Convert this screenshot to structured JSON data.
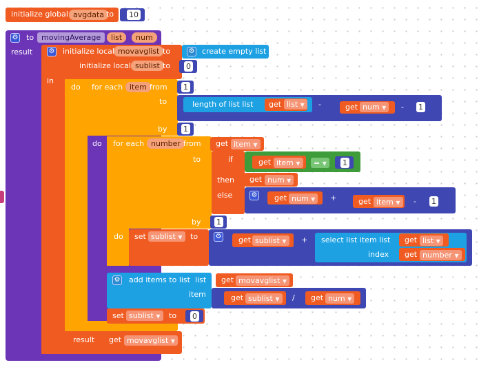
{
  "global_block": {
    "label": "initialize global",
    "var": "avgdata",
    "to": "to",
    "value": "10"
  },
  "proc": {
    "label": "to",
    "name": "movingAverage",
    "params": [
      "list",
      "num"
    ],
    "result": "result"
  },
  "init_local": {
    "label": "initialize local",
    "var1": "movavglist",
    "to": "to",
    "create_empty": "create empty list",
    "var2": "sublist",
    "val2": "0",
    "in": "in"
  },
  "outer_loop": {
    "do": "do",
    "label": "for each",
    "var": "item",
    "from": "from",
    "from_val": "1",
    "to": "to",
    "length": "length of list  list",
    "get": "get",
    "list_var": "list",
    "minus": "-",
    "num_var": "num",
    "one": "1",
    "by": "by",
    "by_val": "1"
  },
  "inner_loop": {
    "do": "do",
    "label": "for each",
    "var": "number",
    "from": "from",
    "from_get": "item",
    "to": "to",
    "if": "if",
    "eq": "=",
    "then": "then",
    "else": "else",
    "plus": "+",
    "by": "by",
    "by_val": "1"
  },
  "set_sub": {
    "label": "set",
    "var": "sublist",
    "to": "to",
    "plus": "+",
    "select": "select list item  list",
    "index": "index",
    "number_var": "number"
  },
  "add_items": {
    "label": "add items to list",
    "list": "list",
    "item": "item",
    "div": "/"
  },
  "set_sub2": {
    "label": "set",
    "var": "sublist",
    "to": "to",
    "val": "0"
  },
  "result": {
    "label": "result",
    "get_var": "movavglist"
  },
  "colors": {
    "variable": "#f05b22",
    "procedure": "#6c34b6",
    "control": "#ffa400",
    "math": "#3f47b3",
    "list": "#1da1e3",
    "logic": "#3f9c3a"
  }
}
